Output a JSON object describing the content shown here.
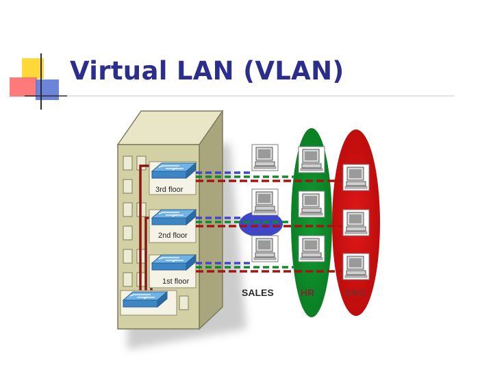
{
  "slide": {
    "title": "Virtual LAN (VLAN)"
  },
  "diagram": {
    "floors": [
      {
        "label": "3rd floor"
      },
      {
        "label": "2nd floor"
      },
      {
        "label": "1st floor"
      }
    ],
    "vlans": [
      {
        "label": "SALES",
        "color": "#3f47c8"
      },
      {
        "label": "HR",
        "color": "#0e8a2a"
      },
      {
        "label": "ENG",
        "color": "#d21212"
      }
    ],
    "colors": {
      "building": "#d3d0a6",
      "building_side": "#a9a67e",
      "trunk": "#8a1515",
      "title": "#2b2e8a",
      "accent_yellow": "#ffd83a",
      "accent_red": "#ff5a5a",
      "accent_blue": "#5a7ad6"
    }
  }
}
